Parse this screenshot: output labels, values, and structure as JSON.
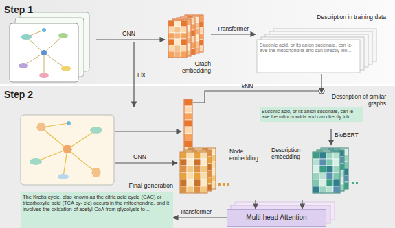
{
  "diagram": {
    "nodes": [
      {
        "text": [
          "Graph embedding"
        ]
      },
      {
        "text": [
          "Description in training data",
          "Succinic acid, or its anion succinate, can le- ave the mitochondria and can directly inh..."
        ]
      },
      {
        "text": [
          "Description of similar graphs",
          "Succinic acid, or its anion succinate, can le- ave the mitochondria and can directly inh..."
        ]
      },
      {
        "text": [
          "Description embedding"
        ]
      },
      {
        "text": [
          "Node embedding"
        ]
      },
      {
        "text": [
          "Multi-head Attention"
        ]
      },
      {
        "text": [
          "Final generation",
          "The Krebs cycle, also known as the citric acid cycle (CAC) or tricarboxylic acid (TCA cy- cle) occurs in the mitochondria, and it involves the oxidation of acetyl-CoA from glycolysis to ..."
        ]
      }
    ],
    "edges": [
      {
        "from": 0,
        "to": 1,
        "label": "Transformer",
        "arrow": "to"
      },
      {
        "from": 1,
        "to": 2,
        "arrow": "to"
      },
      {
        "from": 2,
        "to": 3,
        "label": "BioBERT",
        "arrow": "to"
      },
      {
        "from": 4,
        "to": 5,
        "arrow": "to"
      },
      {
        "from": 3,
        "to": 5,
        "arrow": "to"
      },
      {
        "from": 5,
        "to": 6,
        "label": "Transformer",
        "arrow": "to"
      }
    ],
    "labels": [
      "Step 1",
      "GNN",
      "Fix",
      "Step 2",
      "GNN",
      "kNN"
    ]
  }
}
